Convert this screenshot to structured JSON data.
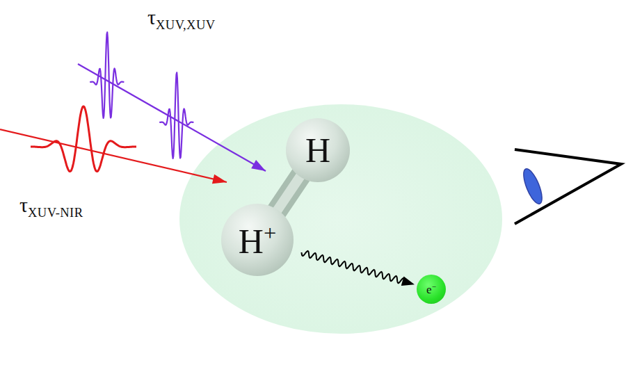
{
  "diagram": {
    "nodes": [
      {
        "text": [
          "H"
        ]
      },
      {
        "text": [
          "H+"
        ]
      },
      {
        "text": [
          "e−"
        ]
      }
    ],
    "edges": [
      {
        "from": 0,
        "to": 1,
        "arrow": "none"
      },
      {
        "from": 1,
        "to": 2,
        "arrow": "to"
      }
    ],
    "labels": [
      "τXUV,XUV",
      "τXUV-NIR"
    ]
  }
}
